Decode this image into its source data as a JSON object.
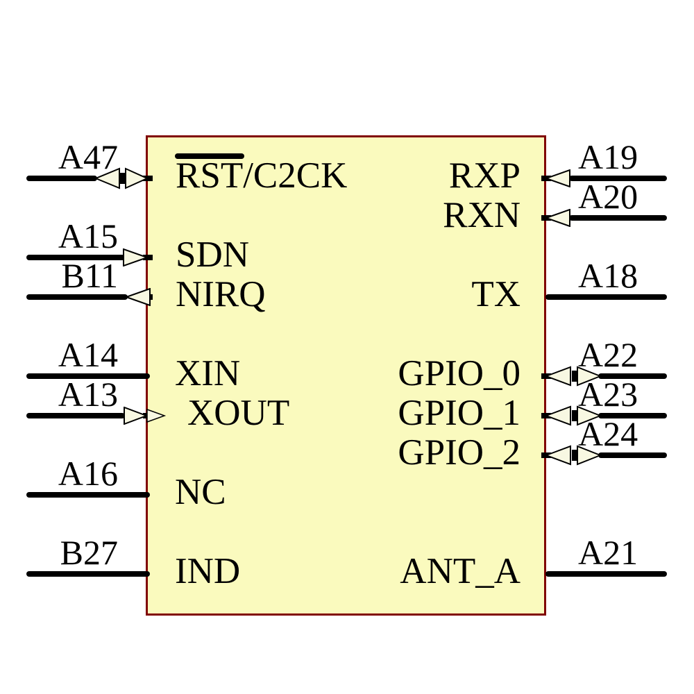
{
  "diagram_type": "schematic-symbol",
  "colors": {
    "component_fill": "#FAFABE",
    "component_border": "#800000",
    "arrow_fill": "#F8F8E2",
    "wire_color": "#000000",
    "text_color": "#000000"
  },
  "component": {
    "left_pins": [
      {
        "number": "A47",
        "name": "RST/C2CK",
        "direction": "bidirectional",
        "overbar_over": "RST"
      },
      {
        "number": "A15",
        "name": "SDN",
        "direction": "input"
      },
      {
        "number": "B11",
        "name": "NIRQ",
        "direction": "output"
      },
      {
        "number": "A14",
        "name": "XIN",
        "direction": "passive"
      },
      {
        "number": "A13",
        "name": "XOUT",
        "direction": "input"
      },
      {
        "number": "A16",
        "name": "NC",
        "direction": "passive"
      },
      {
        "number": "B27",
        "name": "IND",
        "direction": "passive"
      }
    ],
    "right_pins": [
      {
        "number": "A19",
        "name": "RXP",
        "direction": "input"
      },
      {
        "number": "A20",
        "name": "RXN",
        "direction": "input"
      },
      {
        "number": "A18",
        "name": "TX",
        "direction": "passive"
      },
      {
        "number": "A22",
        "name": "GPIO_0",
        "direction": "bidirectional"
      },
      {
        "number": "A23",
        "name": "GPIO_1",
        "direction": "bidirectional"
      },
      {
        "number": "A24",
        "name": "GPIO_2",
        "direction": "bidirectional"
      },
      {
        "number": "A21",
        "name": "ANT_A",
        "direction": "passive"
      }
    ]
  }
}
